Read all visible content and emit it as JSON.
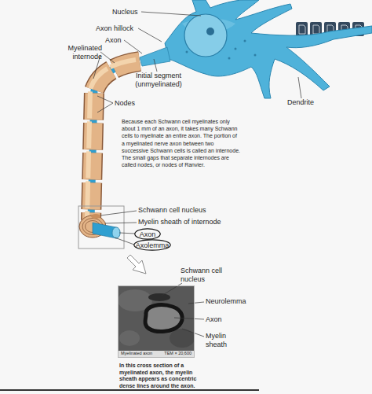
{
  "diagram": {
    "caption": "In this cross section of a myelinated axon, the myelin sheath appears as concentric dense lines around the axon.",
    "nodes": [
      {
        "text": [
          "Axon"
        ]
      },
      {
        "text": [
          "Axolemma"
        ]
      },
      {
        "text": [
          "Myelinated axon",
          "TEM × 20,600"
        ]
      }
    ],
    "labels": [
      "Nucleus",
      "Axon hillock",
      "Axon",
      "Myelinated internode",
      "Initial segment (unmyelinated)",
      "Nodes",
      "Dendrite",
      "Because each Schwann cell myelinates only about 1 mm of an axon, it takes many Schwann cells to myelinate an entire axon. The portion of a myelinated nerve axon between two successive Schwann cells is called an internode. The small gaps that separate internodes are called nodes, or nodes of Ranvier.",
      "Schwann cell nucleus",
      "Myelin sheath of internode",
      "Schwann cell nucleus",
      "Neurolemma",
      "Axon",
      "Myelin sheath"
    ]
  }
}
